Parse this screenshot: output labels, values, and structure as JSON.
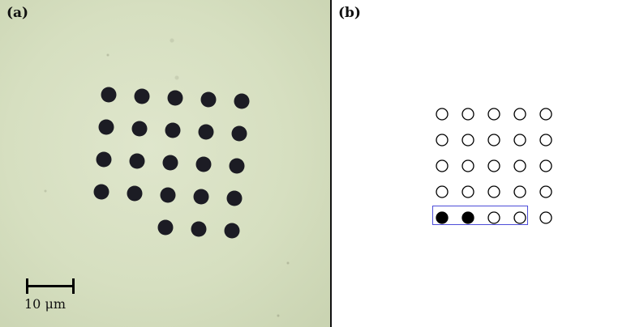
{
  "panel_a": {
    "label": "(a)",
    "scale_bar_text": "10 μm",
    "dot_color": "#1c1c24",
    "dots": [
      {
        "row": 1,
        "col": 1
      },
      {
        "row": 1,
        "col": 2
      },
      {
        "row": 1,
        "col": 3
      },
      {
        "row": 1,
        "col": 4
      },
      {
        "row": 1,
        "col": 5
      },
      {
        "row": 2,
        "col": 1
      },
      {
        "row": 2,
        "col": 2
      },
      {
        "row": 2,
        "col": 3
      },
      {
        "row": 2,
        "col": 4
      },
      {
        "row": 2,
        "col": 5
      },
      {
        "row": 3,
        "col": 1
      },
      {
        "row": 3,
        "col": 2
      },
      {
        "row": 3,
        "col": 3
      },
      {
        "row": 3,
        "col": 4
      },
      {
        "row": 3,
        "col": 5
      },
      {
        "row": 4,
        "col": 1
      },
      {
        "row": 4,
        "col": 2
      },
      {
        "row": 4,
        "col": 3
      },
      {
        "row": 4,
        "col": 4
      },
      {
        "row": 4,
        "col": 5
      },
      {
        "row": 5,
        "col": 3
      },
      {
        "row": 5,
        "col": 4
      },
      {
        "row": 5,
        "col": 5
      }
    ]
  },
  "panel_b": {
    "label": "(b)",
    "rows": 5,
    "cols": 5,
    "filled": [
      {
        "row": 5,
        "col": 1
      },
      {
        "row": 5,
        "col": 2
      }
    ],
    "highlight": {
      "row": 5,
      "col_start": 1,
      "col_end": 4
    },
    "highlight_color": "#4d4dd8"
  }
}
